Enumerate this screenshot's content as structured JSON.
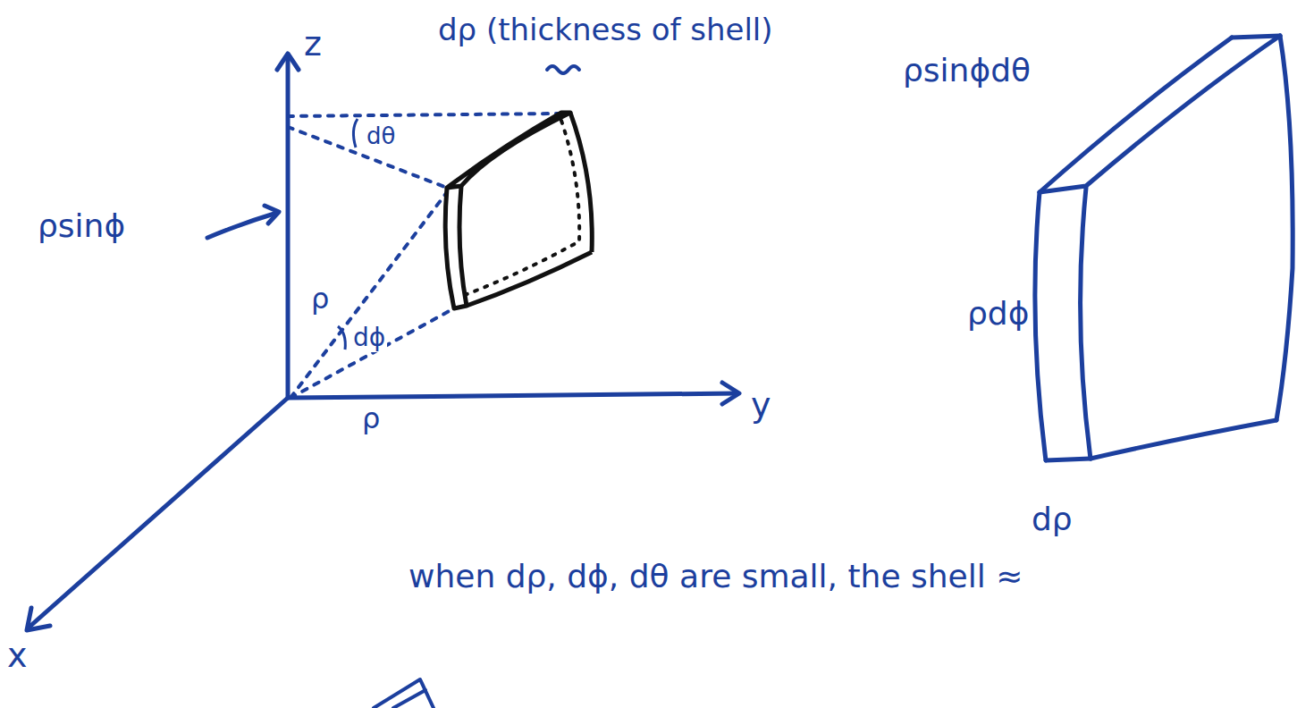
{
  "diagram": {
    "labels": [
      "z",
      "y",
      "x",
      "dρ (thickness of shell)",
      "ρsinϕdθ",
      "ρsinϕ",
      "dθ",
      "ρ",
      "dϕ",
      "ρ",
      "ρdϕ",
      "dρ",
      "when dρ, dϕ, dθ are small, the shell ≈"
    ]
  }
}
